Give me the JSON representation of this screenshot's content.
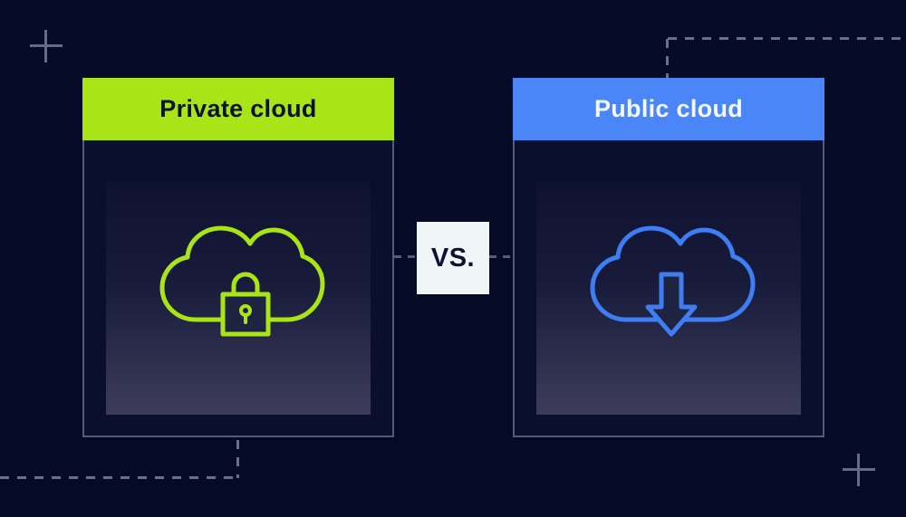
{
  "comparison": {
    "vs_label": "VS.",
    "left_card": {
      "title": "Private cloud",
      "icon": "cloud-lock-icon",
      "accent_color": "#a9e516",
      "title_color": "#0d1233"
    },
    "right_card": {
      "title": "Public cloud",
      "icon": "cloud-download-icon",
      "accent_color": "#4a86f8",
      "title_color": "#f5f8fb"
    }
  },
  "colors": {
    "background": "#050a26",
    "card_background": "#0a0f2d",
    "card_border": "#565b75",
    "panel_gradient_top": "#0e1230",
    "panel_gradient_bottom": "#3d3c5b",
    "green_accent": "#a9e516",
    "blue_accent": "#4a86f8",
    "blue_icon_stroke": "#3e7ef2",
    "dash_gray": "#6a7089",
    "vs_box_background": "#f0f6f8",
    "vs_text_color": "#0d1233"
  }
}
